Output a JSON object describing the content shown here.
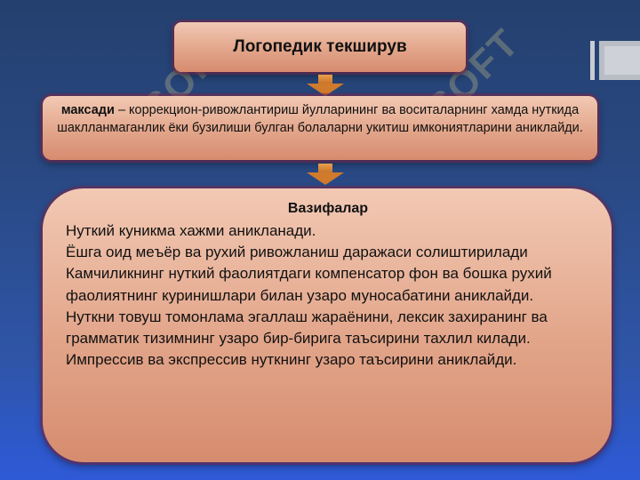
{
  "title": "Логопедик текширув",
  "goal": {
    "label": "максади",
    "text": " – коррекцион-ривожлантириш йулларининг ва воситаларнинг хамда нуткида шаклланмаганлик ёки бузилиши булган болаларни укитиш имкониятларини аниклайди."
  },
  "tasks": {
    "heading": "Вазифалар",
    "items": [
      "Нуткий куникма хажми аникланади.",
      "Ёшга оид меъёр ва рухий ривожланиш даражаси солиштирилади",
      "Камчиликнинг нуткий фаолиятдаги компенсатор фон ва бошка рухий фаолиятнинг куринишлари билан узаро муносабатини аниклайди.",
      "Нуткни товуш томонлама эгаллаш жараёнини, лексик захиранинг ва грамматик тизимнинг узаро бир-бирига таъсирини тахлил килади.",
      "Импрессив ва экспрессив нуткнинг узаро таъсирини аниклайди."
    ]
  },
  "watermark": "SOFT"
}
